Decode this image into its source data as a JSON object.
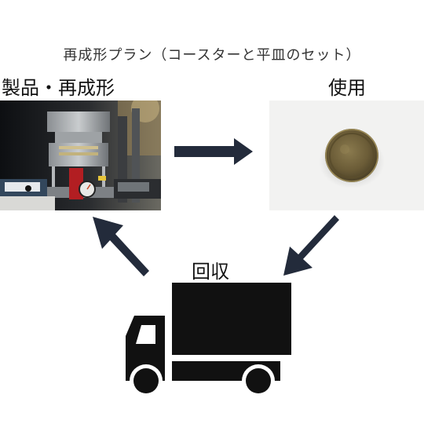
{
  "title": "再成形プラン（コースターと平皿のセット）",
  "labels": {
    "products": "製品・再成形",
    "use": "使用",
    "collect": "回収"
  },
  "colors": {
    "arrow": "#232b3b",
    "truck": "#111111",
    "text": "#333333"
  },
  "icons": {
    "arrows": [
      "arrow-right-icon",
      "arrow-down-left-icon",
      "arrow-up-left-icon"
    ],
    "truck": "truck-icon"
  }
}
